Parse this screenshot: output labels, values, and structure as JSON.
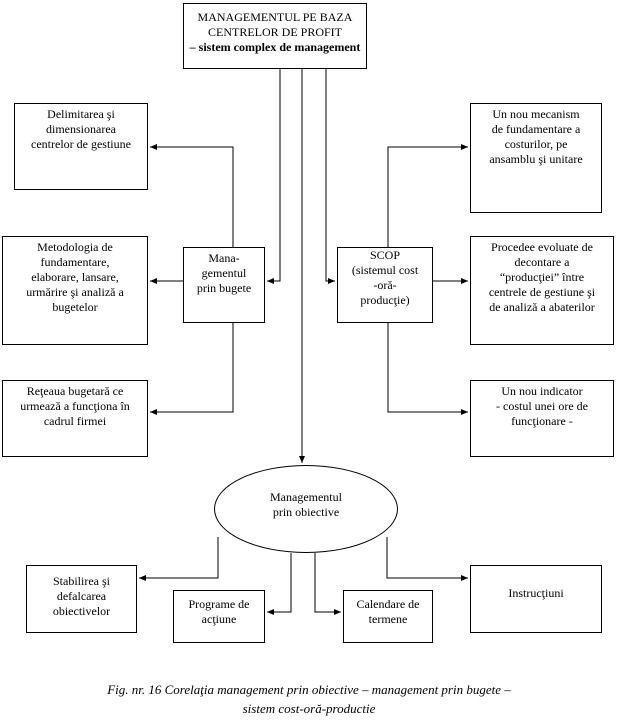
{
  "top": {
    "line1": "MANAGEMENTUL PE BAZA",
    "line2": "CENTRELOR DE PROFIT",
    "line3": "– sistem complex de management"
  },
  "budget": {
    "center": [
      "Mana-",
      "gementul",
      "prin bugete"
    ],
    "outputs": [
      [
        "Delimitarea şi",
        "dimensionarea",
        "centrelor de gestiune"
      ],
      [
        "Metodologia de",
        "fundamentare,",
        "elaborare, lansare,",
        "urmărire şi analiză a",
        "bugetelor"
      ],
      [
        "Reţeaua bugetară ce",
        "urmează a funcţiona în",
        "cadrul firmei"
      ]
    ]
  },
  "scop": {
    "center": [
      "SCOP",
      "(sistemul cost",
      "-oră-",
      "producţie)"
    ],
    "outputs": [
      [
        "Un nou mecanism",
        "de fundamentare a",
        "costurilor, pe",
        "ansamblu şi unitare"
      ],
      [
        "Procedee evoluate de",
        "decontare a",
        "“producţiei” între",
        "centrele de gestiune şi",
        "de analiză a abaterilor"
      ],
      [
        "Un nou indicator",
        "- costul unei ore de",
        "funcţionare -"
      ]
    ]
  },
  "objectives": {
    "center": [
      "Managementul",
      "prin obiective"
    ],
    "outputs": [
      [
        "Stabilirea şi",
        "defalcarea",
        "obiectivelor"
      ],
      [
        "Programe de",
        "acţiune"
      ],
      [
        "Calendare de",
        "termene"
      ],
      [
        "Instrucţiuni"
      ]
    ]
  },
  "caption": {
    "line1": "Fig. nr.  16   Corelaţia management prin obiective – management prin bugete –",
    "line2": "sistem cost-oră-productie"
  }
}
